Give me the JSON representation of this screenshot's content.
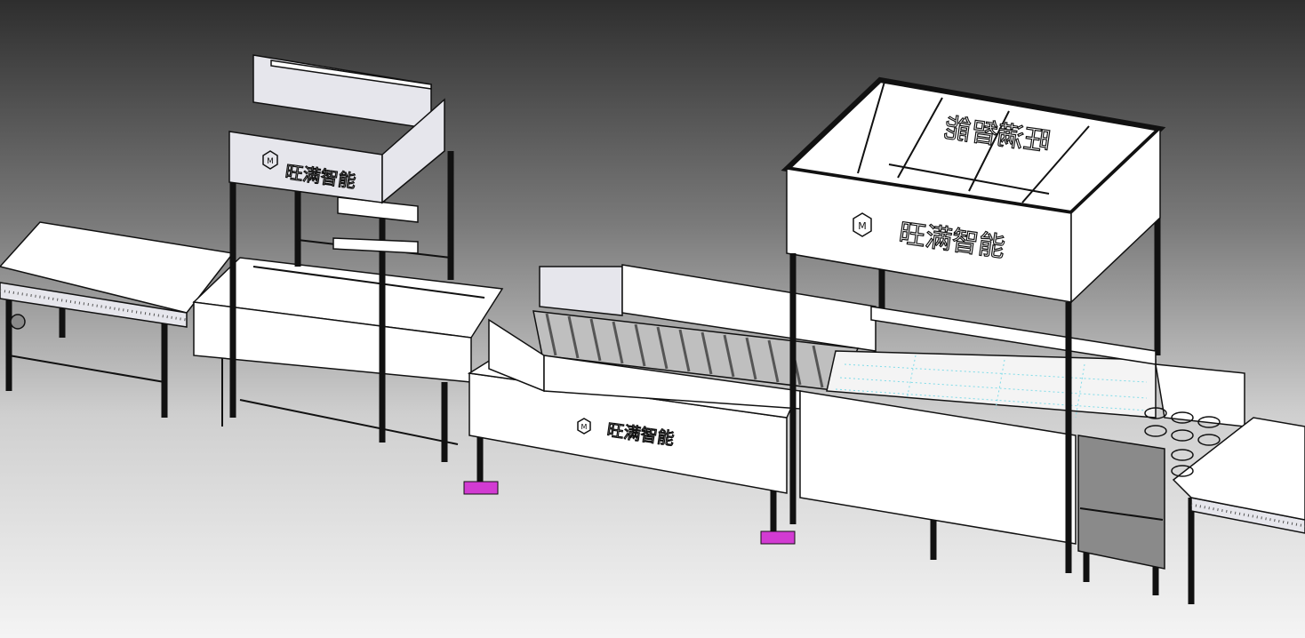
{
  "brand": {
    "name": "旺满智能",
    "logo_letter": "M"
  },
  "labels": {
    "gantry_left_panel": "旺满智能",
    "roller_machine_panel": "旺满智能",
    "gantry_right_front_panel": "旺满智能",
    "gantry_right_top_mirrored": "旺满智能"
  },
  "colors": {
    "accent_feet": "#d23bd2",
    "cabinet": "#8a8a8a",
    "frame": "#111111"
  }
}
